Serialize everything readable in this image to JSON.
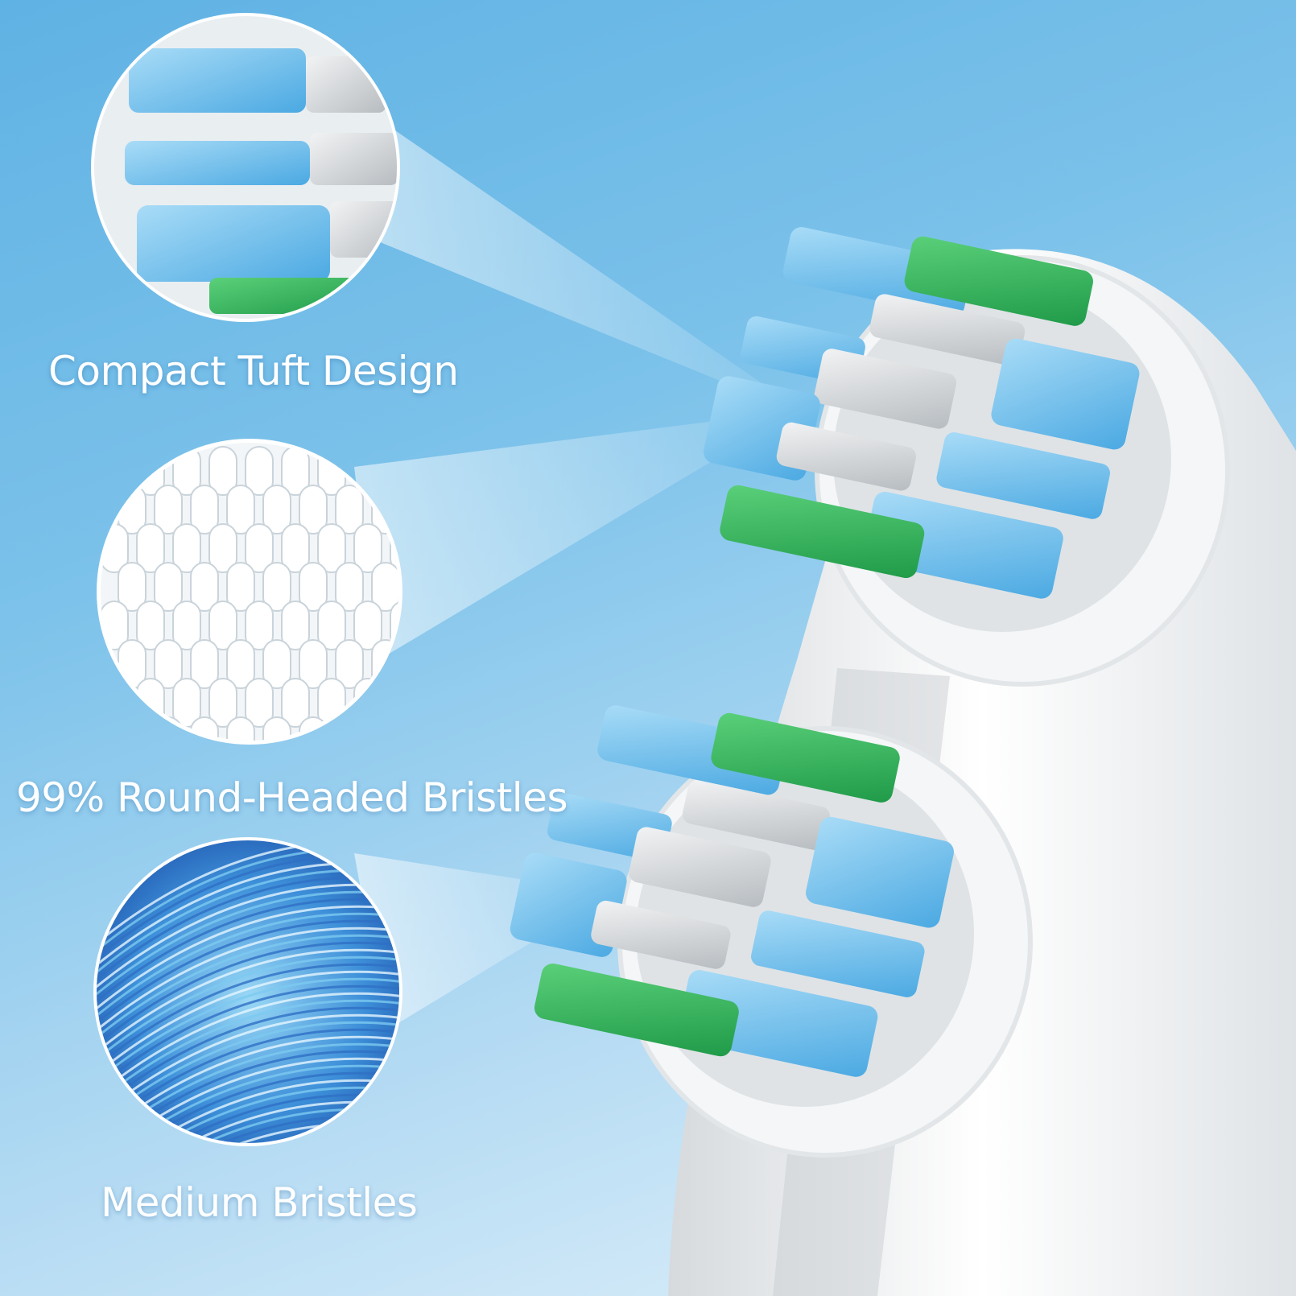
{
  "features": [
    {
      "label": "Compact Tuft Design",
      "icon": "tuft-closeup-icon"
    },
    {
      "label": "99% Round-Headed Bristles",
      "icon": "round-bristle-closeup-icon"
    },
    {
      "label": "Medium Bristles",
      "icon": "fiber-closeup-icon"
    }
  ],
  "colors": {
    "background_top": "#5fb2e4",
    "background_bottom": "#e3f2fb",
    "bristle_blue": "#6cc0ec",
    "bristle_green": "#2fae5b",
    "bristle_white": "#d9dde0",
    "brush_body": "#f3f5f6"
  }
}
